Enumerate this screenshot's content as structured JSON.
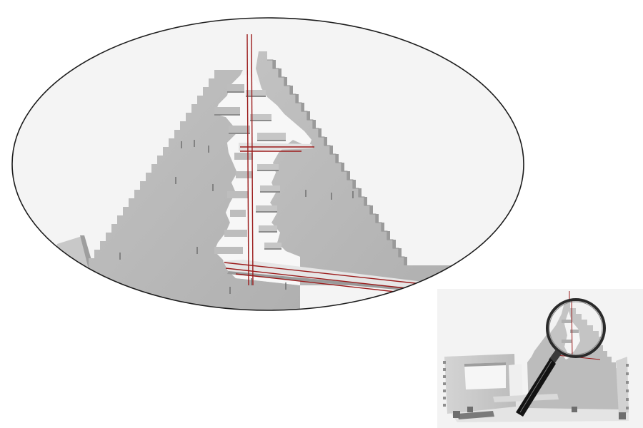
{
  "figure": {
    "caption": "",
    "panels": [
      {
        "id": "zoomed-detail",
        "shape": "ellipse",
        "content": "stepped-gable-wall-detail"
      },
      {
        "id": "overview",
        "shape": "rectangle",
        "content": "house-frame-with-magnifier"
      }
    ],
    "colors": {
      "background": "#ffffff",
      "sky": "#f4f4f4",
      "wall": "#b9b9b9",
      "wall_dark": "#a9a9a9",
      "wall_light": "#d9d9d9",
      "gap": "#f7f7f7",
      "outline": "#222222",
      "red_line": "#9b1b1b",
      "magnifier_handle": "#1a1a1a"
    }
  }
}
